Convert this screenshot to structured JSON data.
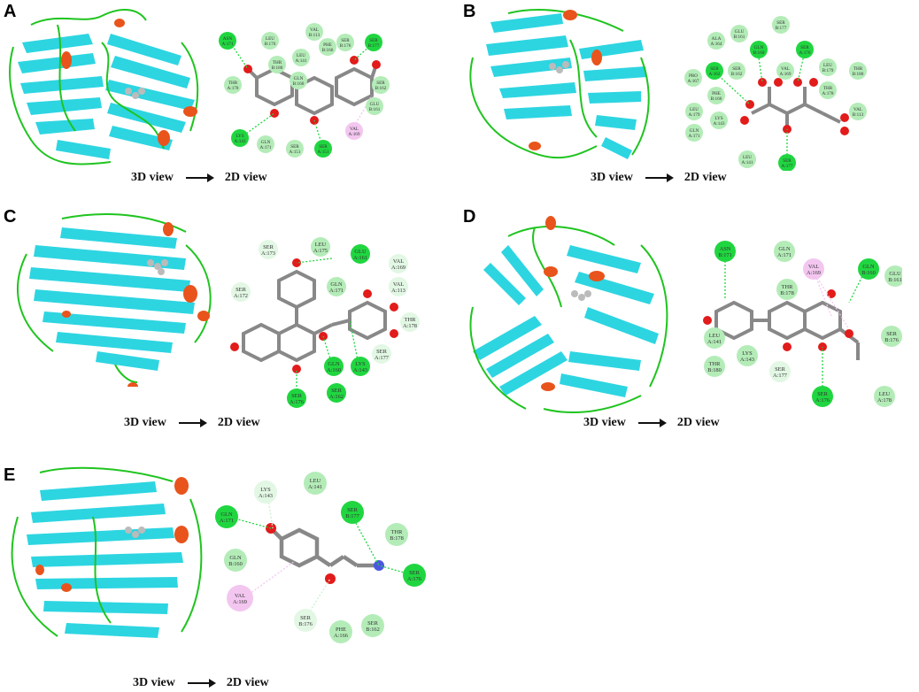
{
  "colors": {
    "sheet": "#22d3e0",
    "coil": "#1fc41f",
    "helix": "#e8541c",
    "hbond_strong": "#20d640",
    "hbond_weak": "#c9f2cc",
    "vdw": "#b4ecb8",
    "pi_alkyl": "#f3c6f0",
    "atom_carbon": "#808080",
    "atom_oxygen": "#e21b1b",
    "atom_nitrogen": "#4a57e0"
  },
  "captions": {
    "view3d": "3D view",
    "view2d": "2D view"
  },
  "panels": [
    {
      "letter": "A",
      "residues": [
        {
          "t": "ASN",
          "n": "A:171",
          "type": "hbond"
        },
        {
          "t": "LEU",
          "n": "B:176",
          "type": "vdw"
        },
        {
          "t": "VAL",
          "n": "B:113",
          "type": "vdw"
        },
        {
          "t": "SER",
          "n": "B:176",
          "type": "vdw"
        },
        {
          "t": "SER",
          "n": "B:177",
          "type": "hbond"
        },
        {
          "t": "PHE",
          "n": "B:166",
          "type": "vdw"
        },
        {
          "t": "LEU",
          "n": "A:141",
          "type": "vdw"
        },
        {
          "t": "THR",
          "n": "B:180",
          "type": "vdw"
        },
        {
          "t": "THR",
          "n": "A:178",
          "type": "vdw"
        },
        {
          "t": "GLN",
          "n": "B:160",
          "type": "vdw"
        },
        {
          "t": "SER",
          "n": "B:162",
          "type": "vdw"
        },
        {
          "t": "GLU",
          "n": "B:161",
          "type": "vdw"
        },
        {
          "t": "LYS",
          "n": "A:143",
          "type": "hbond"
        },
        {
          "t": "GLN",
          "n": "A:171",
          "type": "vdw"
        },
        {
          "t": "SER",
          "n": "A:151",
          "type": "vdw"
        },
        {
          "t": "SER",
          "n": "A:151",
          "type": "hbond"
        },
        {
          "t": "VAL",
          "n": "A:169",
          "type": "pi"
        }
      ]
    },
    {
      "letter": "B",
      "residues": [
        {
          "t": "SER",
          "n": "B:177",
          "type": "vdw"
        },
        {
          "t": "ALA",
          "n": "A:164",
          "type": "vdw"
        },
        {
          "t": "GLU",
          "n": "B:161",
          "type": "vdw"
        },
        {
          "t": "GLN",
          "n": "B:160",
          "type": "hbond"
        },
        {
          "t": "SER",
          "n": "A:176",
          "type": "hbond"
        },
        {
          "t": "SER",
          "n": "A:162",
          "type": "hbond"
        },
        {
          "t": "SER",
          "n": "B:162",
          "type": "vdw"
        },
        {
          "t": "VAL",
          "n": "A:169",
          "type": "vdw"
        },
        {
          "t": "LEU",
          "n": "B:179",
          "type": "vdw"
        },
        {
          "t": "THR",
          "n": "B:180",
          "type": "vdw"
        },
        {
          "t": "PRO",
          "n": "A:167",
          "type": "vdw"
        },
        {
          "t": "PHE",
          "n": "B:166",
          "type": "vdw"
        },
        {
          "t": "THR",
          "n": "A:178",
          "type": "vdw"
        },
        {
          "t": "LEU",
          "n": "A:179",
          "type": "vdw"
        },
        {
          "t": "LYS",
          "n": "A:143",
          "type": "vdw"
        },
        {
          "t": "VAL",
          "n": "B:113",
          "type": "vdw"
        },
        {
          "t": "GLN",
          "n": "A:171",
          "type": "vdw"
        },
        {
          "t": "LEU",
          "n": "A:141",
          "type": "vdw"
        },
        {
          "t": "SER",
          "n": "A:177",
          "type": "hbond"
        }
      ]
    },
    {
      "letter": "C",
      "residues": [
        {
          "t": "SER",
          "n": "A:173",
          "type": "vdw"
        },
        {
          "t": "LEU",
          "n": "A:175",
          "type": "vdw"
        },
        {
          "t": "GLU",
          "n": "A:161",
          "type": "hbond"
        },
        {
          "t": "VAL",
          "n": "A:169",
          "type": "vdw"
        },
        {
          "t": "SER",
          "n": "A:172",
          "type": "vdw"
        },
        {
          "t": "GLN",
          "n": "A:171",
          "type": "vdw"
        },
        {
          "t": "VAL",
          "n": "A:113",
          "type": "vdw"
        },
        {
          "t": "THR",
          "n": "A:178",
          "type": "vdw"
        },
        {
          "t": "SER",
          "n": "A:177",
          "type": "vdw"
        },
        {
          "t": "GLN",
          "n": "A:160",
          "type": "hbond"
        },
        {
          "t": "LYS",
          "n": "A:143",
          "type": "hbond"
        },
        {
          "t": "SER",
          "n": "A:176",
          "type": "hbond"
        },
        {
          "t": "SER",
          "n": "A:162",
          "type": "hbond"
        }
      ]
    },
    {
      "letter": "D",
      "residues": [
        {
          "t": "ASN",
          "n": "B:171",
          "type": "hbond"
        },
        {
          "t": "GLN",
          "n": "A:171",
          "type": "vdw"
        },
        {
          "t": "VAL",
          "n": "A:169",
          "type": "pi"
        },
        {
          "t": "GLN",
          "n": "B:160",
          "type": "hbond"
        },
        {
          "t": "GLU",
          "n": "B:161",
          "type": "vdw"
        },
        {
          "t": "THR",
          "n": "B:178",
          "type": "vdw"
        },
        {
          "t": "LEU",
          "n": "A:141",
          "type": "vdw"
        },
        {
          "t": "THR",
          "n": "B:180",
          "type": "vdw"
        },
        {
          "t": "LYS",
          "n": "A:143",
          "type": "vdw"
        },
        {
          "t": "SER",
          "n": "B:176",
          "type": "vdw"
        },
        {
          "t": "SER",
          "n": "A:177",
          "type": "weak"
        },
        {
          "t": "SER",
          "n": "A:176",
          "type": "hbond"
        },
        {
          "t": "LEU",
          "n": "A:178",
          "type": "vdw"
        }
      ]
    },
    {
      "letter": "E",
      "residues": [
        {
          "t": "LYS",
          "n": "A:143",
          "type": "weak"
        },
        {
          "t": "LEU",
          "n": "A:141",
          "type": "vdw"
        },
        {
          "t": "GLN",
          "n": "A:171",
          "type": "hbond"
        },
        {
          "t": "SER",
          "n": "B:177",
          "type": "hbond"
        },
        {
          "t": "THR",
          "n": "B:178",
          "type": "vdw"
        },
        {
          "t": "GLN",
          "n": "B:160",
          "type": "vdw"
        },
        {
          "t": "SER",
          "n": "A:176",
          "type": "hbond"
        },
        {
          "t": "VAL",
          "n": "A:169",
          "type": "pi"
        },
        {
          "t": "SER",
          "n": "B:176",
          "type": "weak"
        },
        {
          "t": "PHE",
          "n": "A:166",
          "type": "vdw"
        },
        {
          "t": "SER",
          "n": "B:162",
          "type": "vdw"
        }
      ]
    }
  ]
}
